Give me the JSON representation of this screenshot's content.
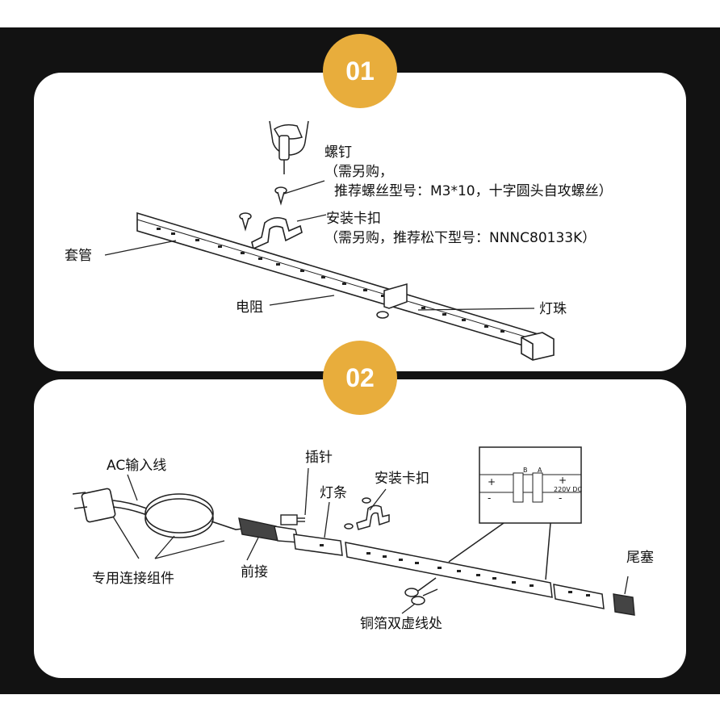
{
  "step1": {
    "badge": "01",
    "screw_title": "螺钉",
    "screw_note1": "（需另购，",
    "screw_note2": "推荐螺丝型号：M3*10，十字圆头自攻螺丝）",
    "clip_title": "安装卡扣",
    "clip_note": "（需另购，推荐松下型号：NNNC80133K）",
    "sleeve": "套管",
    "resistor": "电阻",
    "led": "灯珠"
  },
  "step2": {
    "badge": "02",
    "ac_cable": "AC输入线",
    "pin": "插针",
    "strip": "灯条",
    "clip": "安装卡扣",
    "end_cap": "尾塞",
    "front_connector": "前接",
    "dedicated_kit": "专用连接组件",
    "cut_point": "铜箔双虚线处",
    "inset_plus": "+",
    "inset_minus": "-",
    "inset_b": "B",
    "inset_a": "A",
    "inset_voltage": "220V DC"
  },
  "colors": {
    "accent": "#e8ad3c",
    "frame": "#121212"
  }
}
